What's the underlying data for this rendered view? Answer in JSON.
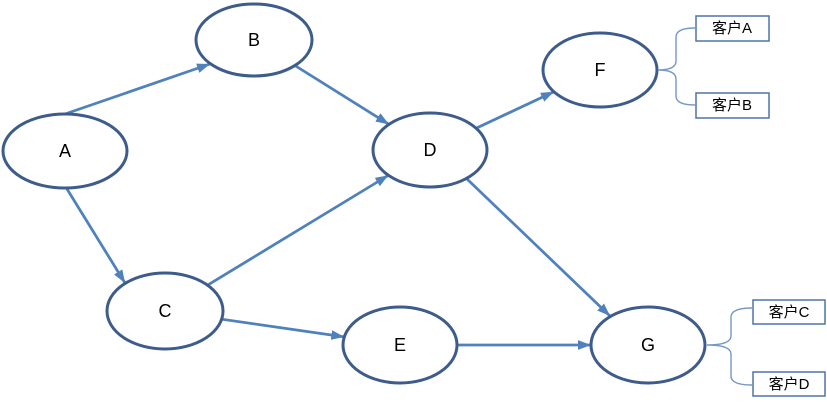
{
  "diagram": {
    "type": "directed-graph",
    "nodes": [
      {
        "id": "A",
        "label": "A"
      },
      {
        "id": "B",
        "label": "B"
      },
      {
        "id": "C",
        "label": "C"
      },
      {
        "id": "D",
        "label": "D"
      },
      {
        "id": "E",
        "label": "E"
      },
      {
        "id": "F",
        "label": "F"
      },
      {
        "id": "G",
        "label": "G"
      }
    ],
    "edges": [
      {
        "from": "A",
        "to": "B"
      },
      {
        "from": "A",
        "to": "C"
      },
      {
        "from": "B",
        "to": "D"
      },
      {
        "from": "C",
        "to": "D"
      },
      {
        "from": "C",
        "to": "E"
      },
      {
        "from": "D",
        "to": "F"
      },
      {
        "from": "D",
        "to": "G"
      },
      {
        "from": "E",
        "to": "G"
      }
    ],
    "callouts": [
      {
        "id": "customer-a",
        "label": "客户A",
        "attached_to": "F"
      },
      {
        "id": "customer-b",
        "label": "客户B",
        "attached_to": "F"
      },
      {
        "id": "customer-c",
        "label": "客户C",
        "attached_to": "G"
      },
      {
        "id": "customer-d",
        "label": "客户D",
        "attached_to": "G"
      }
    ],
    "colors": {
      "node_outline": "#3D5C8C",
      "arrow": "#4F81BD",
      "box_outline": "#4E74A6",
      "brace": "#7498C8",
      "text": "#000000",
      "background": "#FFFFFF"
    }
  }
}
